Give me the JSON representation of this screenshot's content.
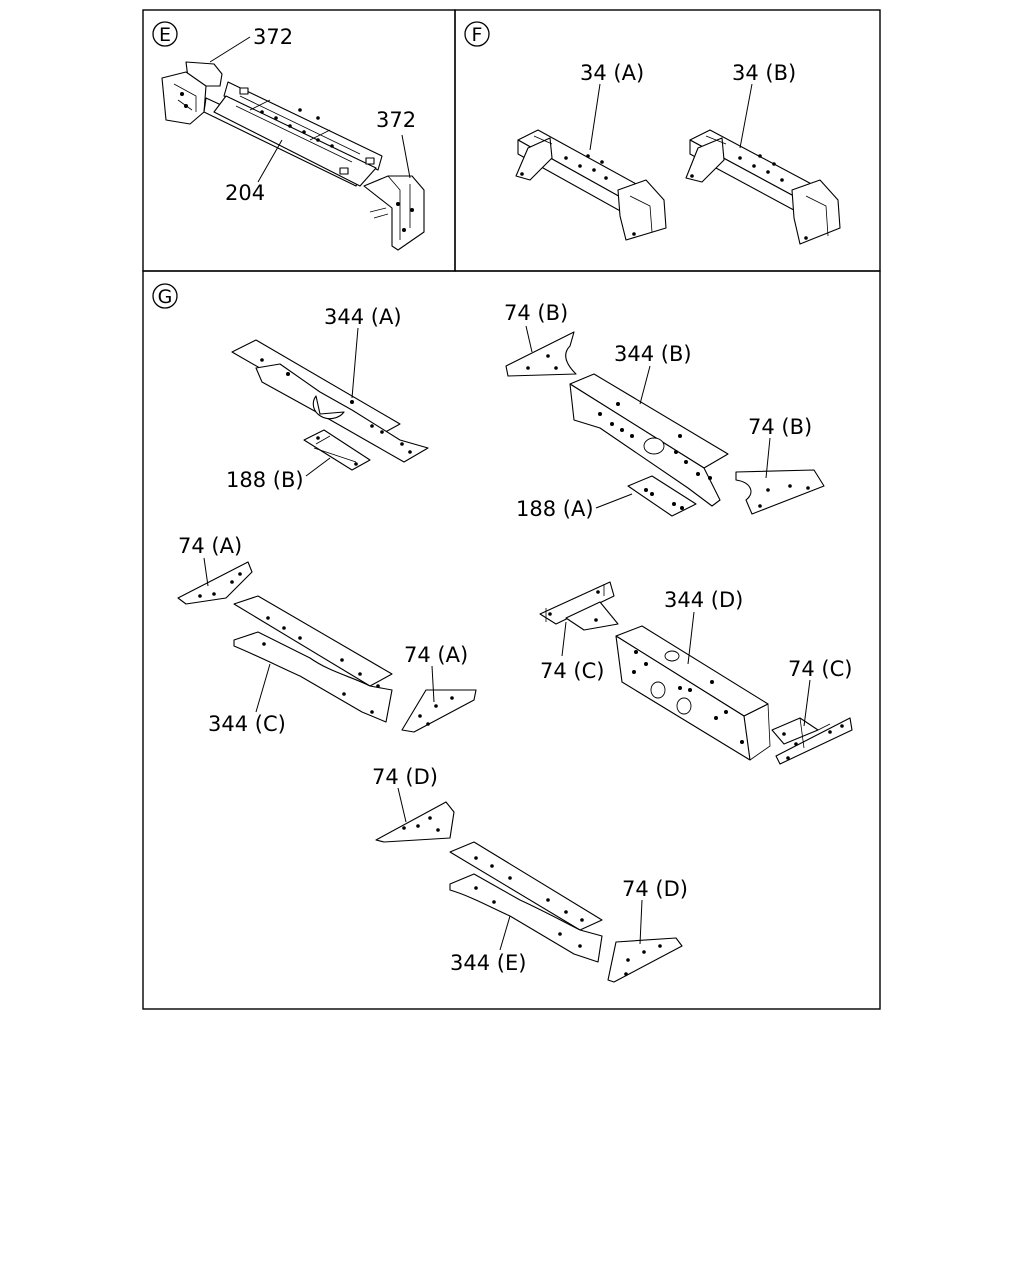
{
  "panels": {
    "E": {
      "badge": "E",
      "labels": {
        "top_372": "372",
        "right_372": "372",
        "part_204": "204"
      }
    },
    "F": {
      "badge": "F",
      "labels": {
        "part_34a": "34 (A)",
        "part_34b": "34 (B)"
      }
    },
    "G": {
      "badge": "G",
      "labels": {
        "part_344a": "344 (A)",
        "part_188b": "188 (B)",
        "part_74b_top": "74 (B)",
        "part_344b": "344 (B)",
        "part_74b_right": "74 (B)",
        "part_188a": "188 (A)",
        "part_74a_left": "74 (A)",
        "part_74a_right": "74 (A)",
        "part_344c": "344 (C)",
        "part_344d": "344 (D)",
        "part_74c_left": "74 (C)",
        "part_74c_right": "74 (C)",
        "part_74d_left": "74 (D)",
        "part_74d_right": "74 (D)",
        "part_344e": "344 (E)"
      }
    }
  }
}
